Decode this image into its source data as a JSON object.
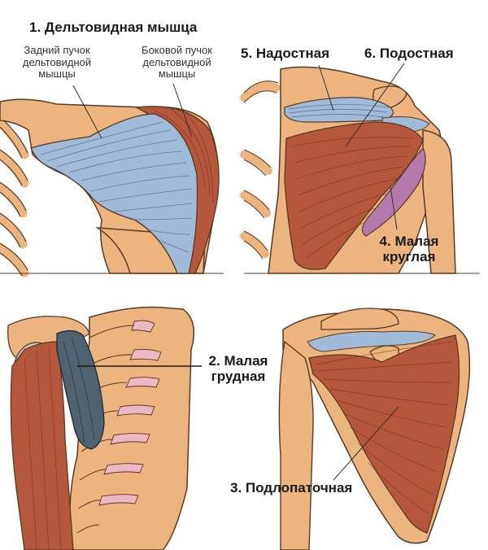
{
  "title": "1. Дельтовидная мышца",
  "panel1": {
    "posterior_label": [
      "Задний пучок",
      "дельтовидной",
      "мышцы"
    ],
    "lateral_label": [
      "Боковой пучок",
      "дельтовидной",
      "мышцы"
    ]
  },
  "panel2": {
    "supraspinatus": "5. Надостная",
    "infraspinatus": "6. Подостная",
    "teres_minor": [
      "4. Малая",
      "круглая"
    ]
  },
  "panel3": {
    "pectoralis_minor": [
      "2. Малая",
      "грудная"
    ]
  },
  "panel4": {
    "subscapularis": "3. Подлопаточная"
  },
  "colors": {
    "bone": "#ecb47e",
    "bone_outline": "#5a3a22",
    "deltoid_blue": "#9fbbd9",
    "muscle_red": "#b5573c",
    "teres_purple": "#b47aac",
    "pectoral_dark": "#4e6272",
    "cartilage_pink": "#ecb8c4",
    "label": "#1a1a1a"
  }
}
